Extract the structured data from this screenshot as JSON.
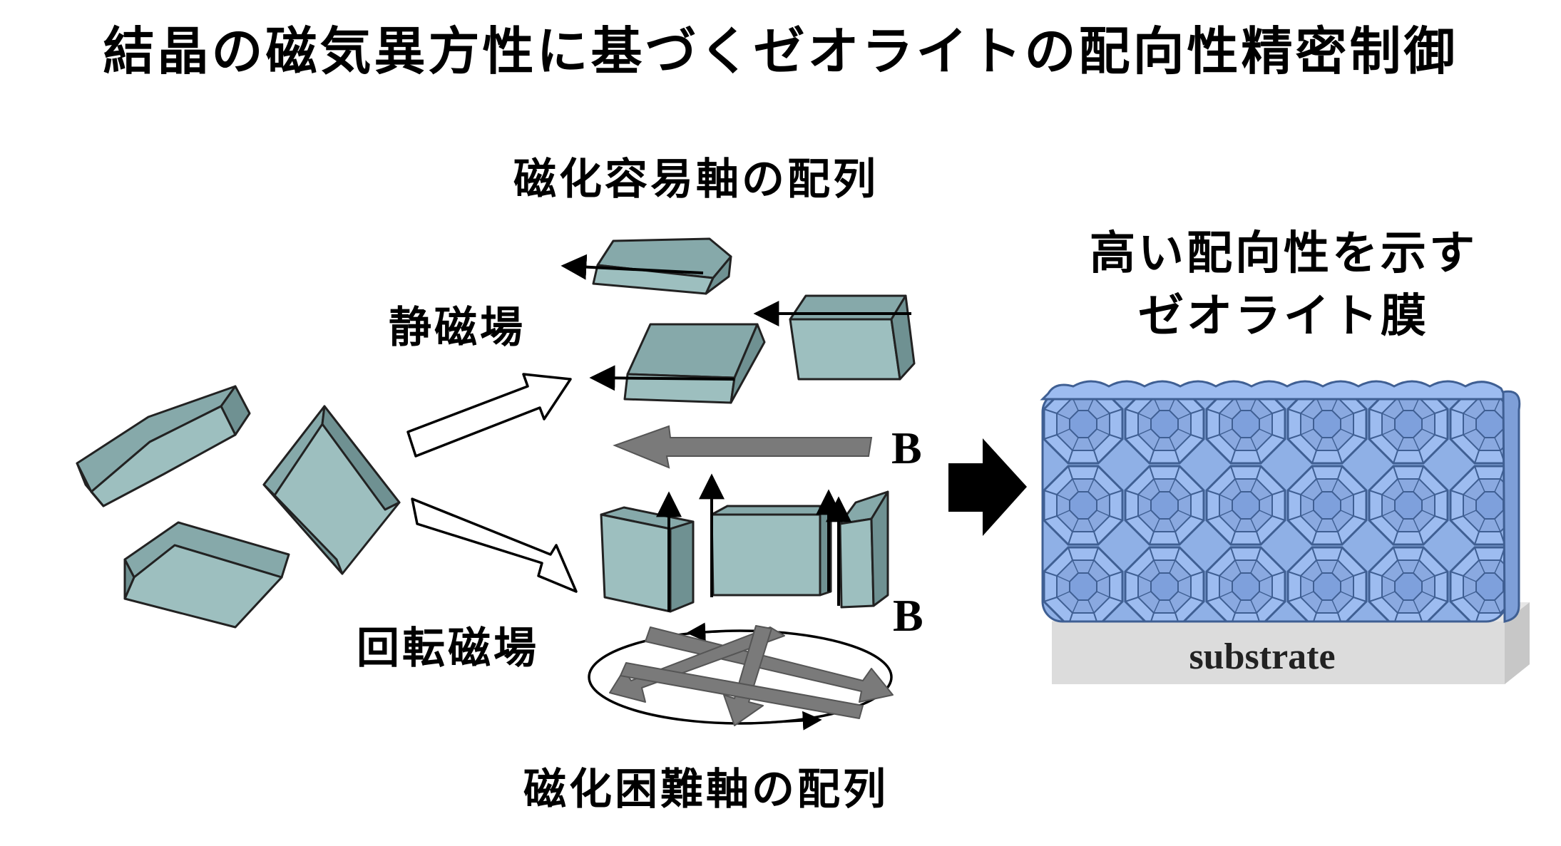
{
  "title": "結晶の磁気異方性に基づくゼオライトの配向性精密制御",
  "labels": {
    "easy_axis": "磁化容易軸の配列",
    "hard_axis": "磁化困難軸の配列",
    "static_field": "静磁場",
    "rotating_field": "回転磁場",
    "result_line1": "高い配向性を示す",
    "result_line2": "ゼオライト膜",
    "b_static": "B",
    "b_rotating": "B",
    "substrate": "substrate"
  },
  "colors": {
    "crystal_face": "#9dbfbf",
    "crystal_top": "#86a9aa",
    "crystal_side": "#6f9192",
    "field_arrow": "#7a7a7a",
    "zeolite": "#8fb0e6",
    "zeolite_edge": "#3f5f93",
    "substrate": "#dcdcdc"
  }
}
